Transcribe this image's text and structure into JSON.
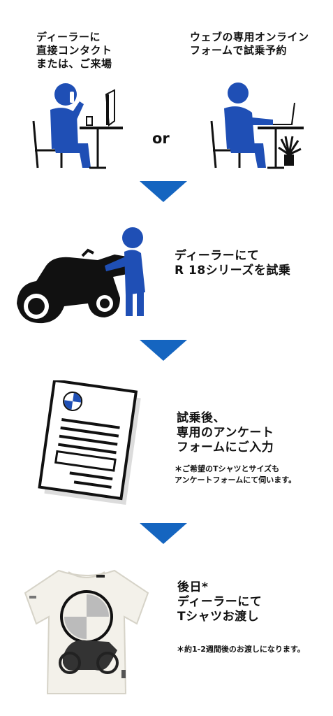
{
  "step1": {
    "left_text": [
      "ディーラーに",
      "直接コンタクト",
      "または、ご来場"
    ],
    "or_text": "or",
    "right_text": [
      "ウェブの専用オンライン",
      "フォームで試乗予約"
    ]
  },
  "step2": {
    "text": [
      "ディーラーにて",
      "R 18シリーズを試乗"
    ]
  },
  "step3": {
    "text": [
      "試乗後、",
      "専用のアンケート",
      "フォームにご入力"
    ],
    "note": [
      "＊ご希望のTシャツとサイズも",
      "アンケートフォームにて伺います。"
    ]
  },
  "step4": {
    "text": [
      "後日*",
      "ディーラーにて",
      "Tシャツお渡し"
    ],
    "note": "＊約1-2週間後のお渡しになります。"
  },
  "colors": {
    "icon_blue": "#1f4fb5",
    "arrow_blue": "#1565c0"
  }
}
